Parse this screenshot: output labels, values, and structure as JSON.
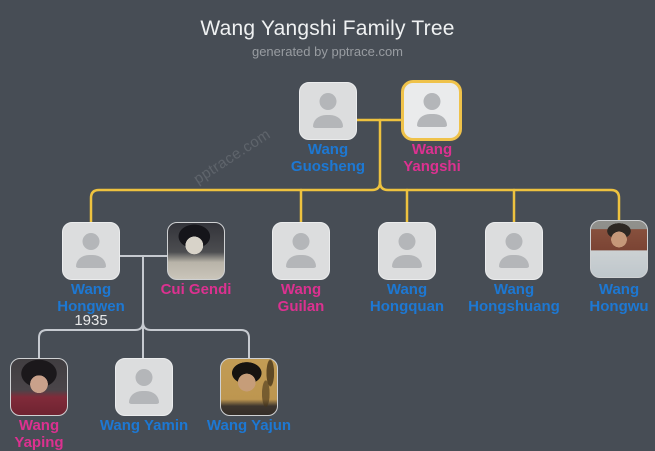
{
  "header": {
    "title": "Wang Yangshi Family Tree",
    "subtitle": "generated by pptrace.com"
  },
  "watermark": "pptrace.com",
  "marriage_year": "1935",
  "colors": {
    "background": "#474d55",
    "title": "#eff1f2",
    "subtitle": "#989ca1",
    "male_label": "#1d78d3",
    "female_label": "#dc3190",
    "selected_node_border": "#efc24a",
    "primary_tree_line": "#eec23f",
    "secondary_tree_line": "#c6cad0",
    "node_fill": "#dcddde",
    "avatar_glyph": "#b4b6b9",
    "marriage_year_text": "#e8e9ea"
  },
  "people": {
    "guosheng": {
      "line1": "Wang",
      "line2": "Guosheng",
      "full": "Wang Guosheng",
      "generation": 1,
      "has_photo": false,
      "selected": false
    },
    "yangshi": {
      "line1": "Wang",
      "line2": "Yangshi",
      "full": "Wang Yangshi",
      "generation": 1,
      "has_photo": false,
      "selected": true
    },
    "hongwen": {
      "line1": "Wang",
      "line2": "Hongwen",
      "full": "Wang Hongwen",
      "generation": 2,
      "has_photo": false,
      "selected": false
    },
    "gendi": {
      "line1": "Cui Gendi",
      "full": "Cui Gendi",
      "generation": 2,
      "has_photo": true,
      "selected": false
    },
    "guilan": {
      "line1": "Wang",
      "line2": "Guilan",
      "full": "Wang Guilan",
      "generation": 2,
      "has_photo": false,
      "selected": false
    },
    "hongquan": {
      "line1": "Wang",
      "line2": "Hongquan",
      "full": "Wang Hongquan",
      "generation": 2,
      "has_photo": false,
      "selected": false
    },
    "hongshuang": {
      "line1": "Wang",
      "line2": "Hongshuang",
      "full": "Wang Hongshuang",
      "generation": 2,
      "has_photo": false,
      "selected": false
    },
    "hongwu": {
      "line1": "Wang",
      "line2": "Hongwu",
      "full": "Wang Hongwu",
      "generation": 2,
      "has_photo": true,
      "selected": false
    },
    "yaping": {
      "line1": "Wang",
      "line2": "Yaping",
      "full": "Wang Yaping",
      "generation": 3,
      "has_photo": true,
      "selected": false
    },
    "yamin": {
      "line1": "Wang Yamin",
      "full": "Wang Yamin",
      "generation": 3,
      "has_photo": false,
      "selected": false
    },
    "yajun": {
      "line1": "Wang Yajun",
      "full": "Wang Yajun",
      "generation": 3,
      "has_photo": true,
      "selected": false
    }
  }
}
